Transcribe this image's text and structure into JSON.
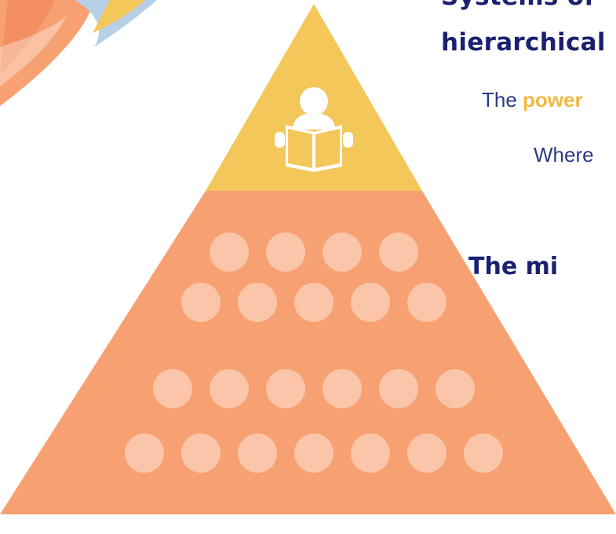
{
  "texts": {
    "heading_line1": "Systems of",
    "heading_line2": "hierarchical",
    "line1_prefix": "The ",
    "line1_accent": "power",
    "line2": "Where",
    "subheading": "The mi"
  },
  "colors": {
    "apex": "#f3c75a",
    "base": "#f7a072",
    "circles": "#fac5a8",
    "accent": "#f2b844",
    "navy": "#1b2070",
    "icon": "#ffffff"
  },
  "pyramid": {
    "apex_icon": "person-reading-book-icon",
    "circle_rows": [
      4,
      5,
      6,
      7
    ]
  }
}
